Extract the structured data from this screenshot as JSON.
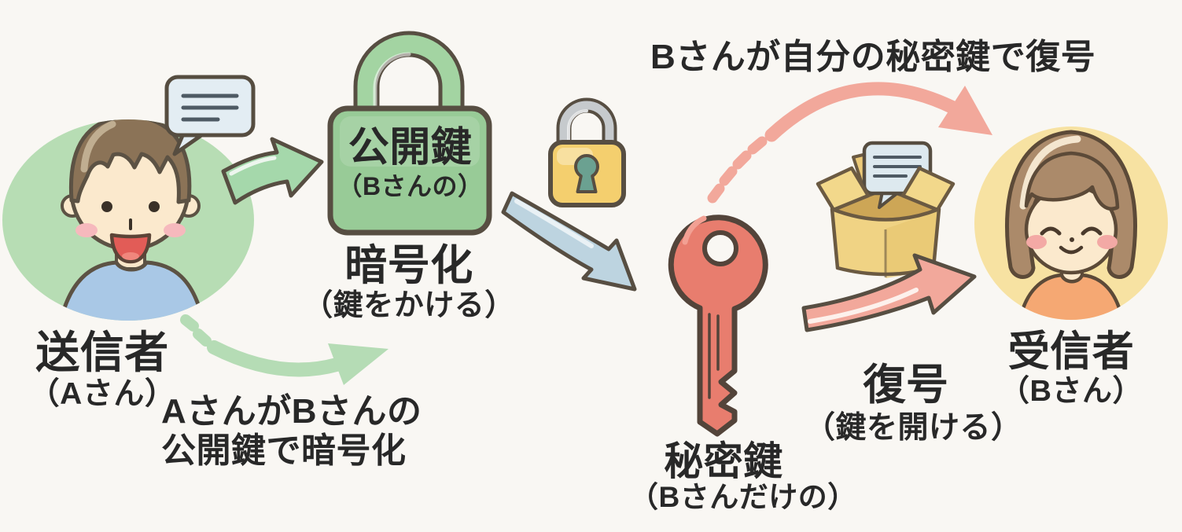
{
  "sender": {
    "label": "送信者",
    "sublabel": "（Aさん）"
  },
  "public_key": {
    "label": "公開鍵",
    "sublabel": "（Bさんの）"
  },
  "encryption": {
    "label": "暗号化",
    "sublabel": "（鍵をかける）"
  },
  "private_key": {
    "label": "秘密鍵",
    "sublabel": "（Bさんだけの）"
  },
  "decryption": {
    "label": "復号",
    "sublabel": "（鍵を開ける）"
  },
  "receiver": {
    "label": "受信者",
    "sublabel": "（Bさん）"
  },
  "annotations": {
    "top": "Bさんが自分の秘密鍵で復号",
    "bottom_line1": "AさんがBさんの",
    "bottom_line2": "公開鍵で暗号化"
  },
  "palette": {
    "background": "#f9f7f3",
    "outline": "#574e42",
    "text": "#282828",
    "sender_circle_green": "#b7ddb4",
    "receiver_circle_yellow": "#f7e2a2",
    "green_arrow": "#a5d8ab",
    "lock_green": "#98cb97",
    "lock_yellow": "#f4cf6e",
    "keyhole_teal": "#6ba191",
    "blue_arrow": "#bdd4e0",
    "key_red": "#e87d6e",
    "pink_arrow": "#f2a89b",
    "box_yellow": "#f0d384",
    "bubble_blue": "#e3edf3"
  }
}
